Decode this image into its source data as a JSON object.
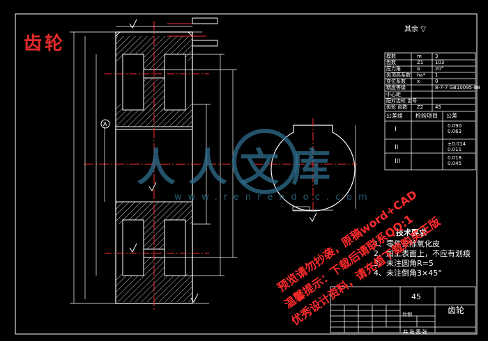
{
  "drawing": {
    "title": "齿轮",
    "roughness_note": "其余",
    "roughness_symbol": "▽"
  },
  "param_table": {
    "rows": [
      {
        "label": "模数",
        "symbol": "m",
        "value": "3"
      },
      {
        "label": "齿数",
        "symbol": "Z1",
        "value": "103"
      },
      {
        "label": "压力角",
        "symbol": "α",
        "value": "20°"
      },
      {
        "label": "齿顶高系数",
        "symbol": "ha*",
        "value": "1"
      },
      {
        "label": "变位系数",
        "symbol": "x",
        "value": "0"
      },
      {
        "label": "精度等级",
        "symbol": "",
        "value": "8-7-7 GB10095-88"
      },
      {
        "label": "中心距",
        "symbol": "",
        "value": ""
      },
      {
        "label": "配对齿轮 齿号",
        "symbol": "",
        "value": ""
      },
      {
        "label": "齿轮 齿数",
        "symbol": "Z2",
        "value": "45"
      }
    ],
    "group_header": {
      "label": "公差组",
      "item": "检验项目",
      "code": "公差"
    },
    "groups": [
      {
        "name": "I",
        "values": [
          "0.090",
          "0.063"
        ]
      },
      {
        "name": "II",
        "values": [
          "±0.014",
          "0.011"
        ]
      },
      {
        "name": "III",
        "values": [
          "0.018",
          "0.045"
        ]
      }
    ]
  },
  "tech_notes": {
    "title": "技术要求",
    "items": [
      "1、零件去除氧化皮",
      "2、加工表面上，不应有划痕",
      "3、未注圆角R=5",
      "4、未注倒角3×45°"
    ]
  },
  "title_block": {
    "material": "45",
    "part_name": "齿轮",
    "scale_label": "比例",
    "sheet_label": "共 张 第 张"
  },
  "watermark": {
    "logo_text": "人人文库",
    "url_text": "www.renrendoc.com",
    "line1": "预览请勿抄袭，原稿word+CAD",
    "line2": "温馨提示：下载后请联系QQ:1",
    "line3": "优秀设计资料，请充值下载购买正版"
  },
  "colors": {
    "outline": "#ffffff",
    "hatch": "#ffffff",
    "dimension": "#ffffff",
    "center_line": "#ff3030",
    "watermark": "#ff2b2b",
    "logo": "#2f6f8e"
  }
}
